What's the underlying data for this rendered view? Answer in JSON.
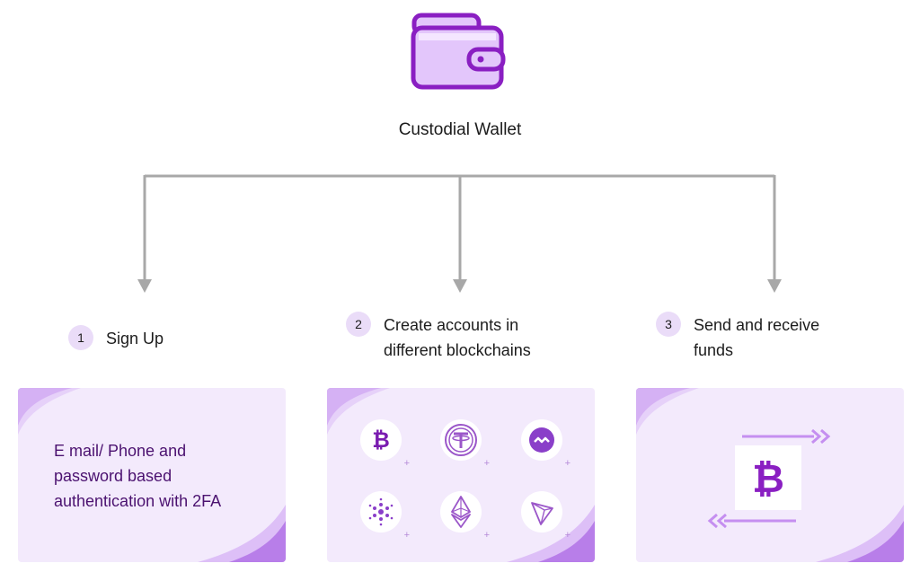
{
  "title": "Custodial Wallet",
  "steps": [
    {
      "number": "1",
      "label": "Sign Up"
    },
    {
      "number": "2",
      "label_line1": "Create accounts in",
      "label_line2": "different blockchains"
    },
    {
      "number": "3",
      "label_line1": "Send and receive",
      "label_line2": "funds"
    }
  ],
  "auth_card": {
    "line1": "E mail/ Phone and",
    "line2": "password based",
    "line3": "authentication with 2FA"
  },
  "icons": {
    "top": "wallet-icon",
    "coins": [
      "bitcoin-icon",
      "tether-icon",
      "polygon-icon",
      "cardano-icon",
      "ethereum-icon",
      "tron-icon"
    ],
    "transfer": [
      "arrow-right-icon",
      "bitcoin-icon",
      "arrow-left-icon"
    ]
  },
  "colors": {
    "accent": "#8a1fc2",
    "accent_light": "#c58ff0",
    "card_bg": "#f3eafc",
    "badge_bg": "#eadcf8",
    "connector": "#a8a8a8"
  }
}
